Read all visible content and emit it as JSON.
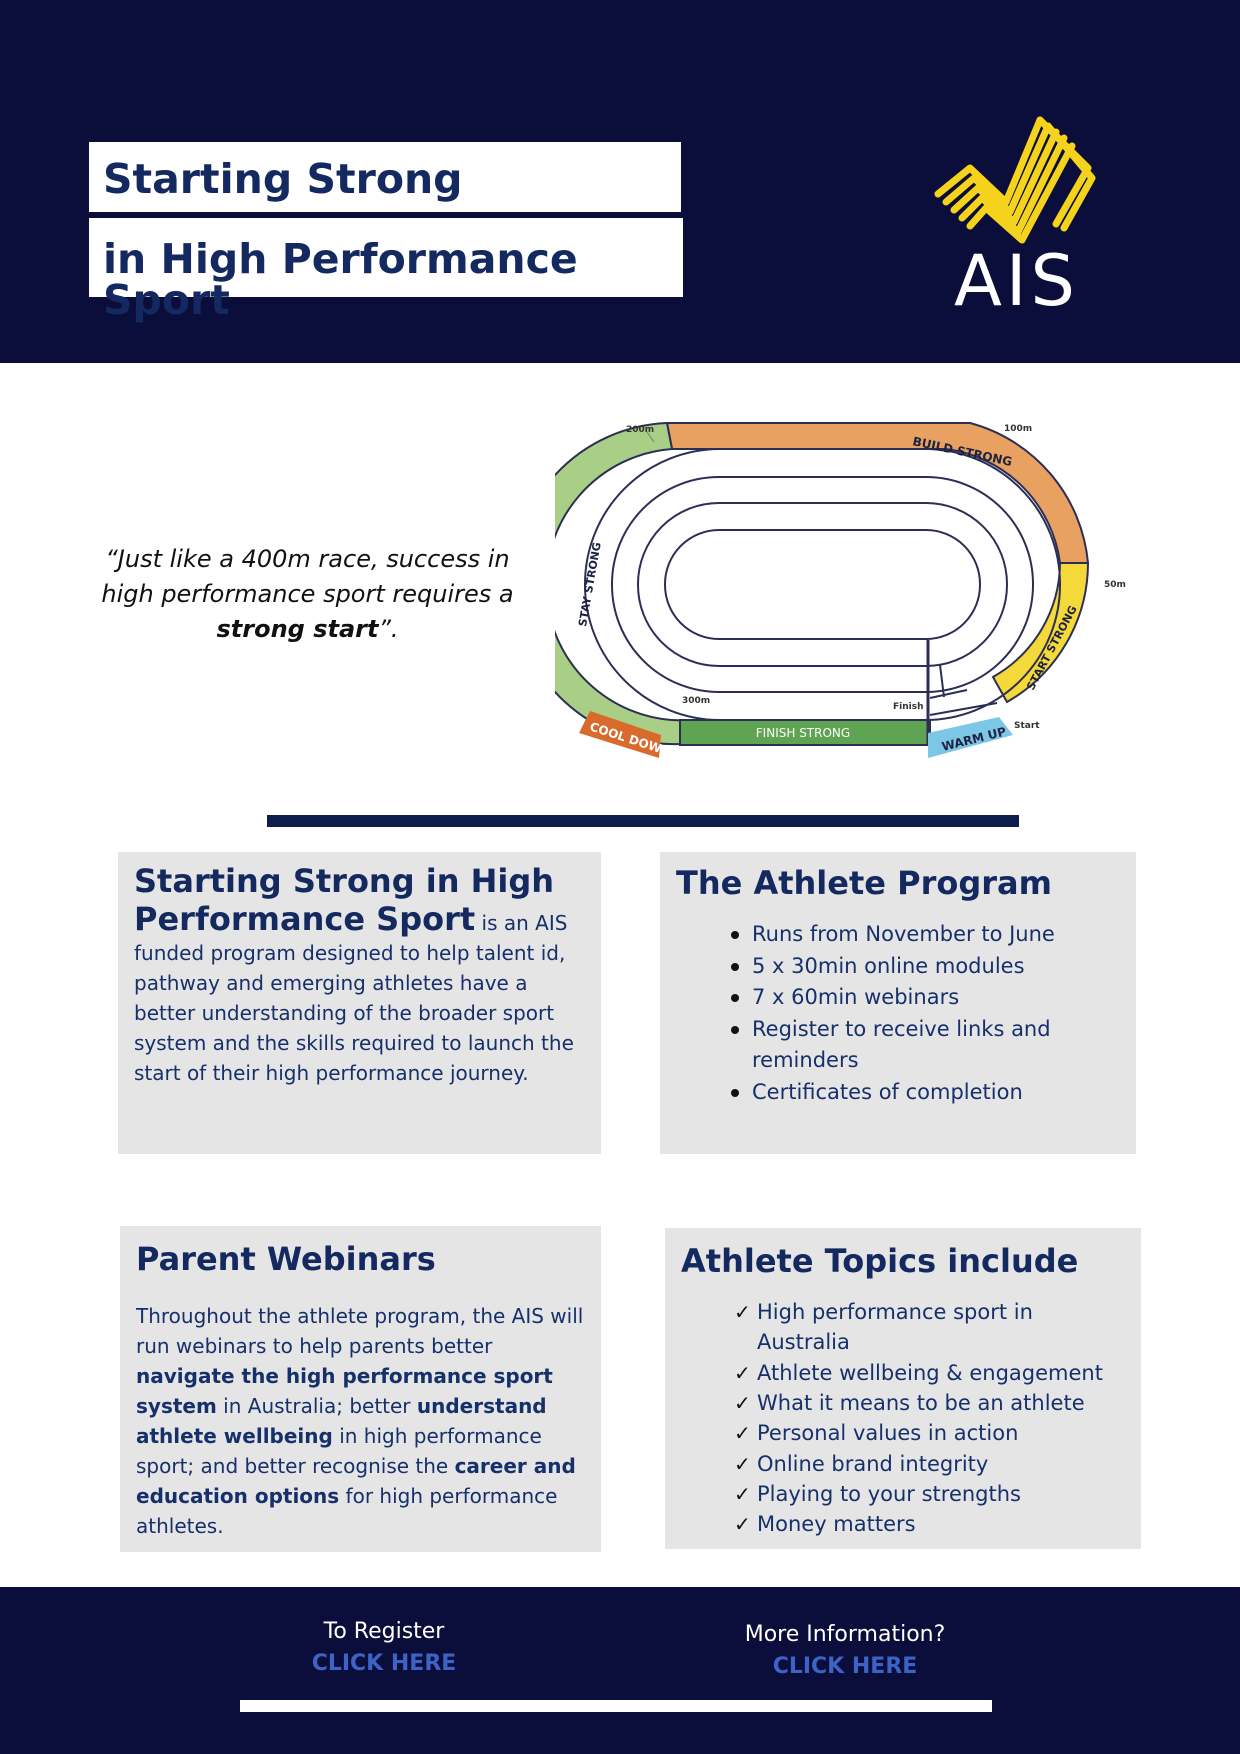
{
  "header": {
    "title_line1": "Starting Strong",
    "title_line2": "in High Performance Sport",
    "logo_text": "AIS",
    "logo_icon": "ais-ribbon-logo-icon",
    "colors": {
      "navy": "#0b0d3b",
      "gold": "#f5d31c"
    }
  },
  "quote": {
    "part1": "“Just like a 400m race, success in high performance sport requires a ",
    "bold": "strong start",
    "part2": "”."
  },
  "track": {
    "segments": {
      "build": "BUILD STRONG",
      "stay": "STAY STRONG",
      "start": "START STRONG",
      "finish": "FINISH STRONG",
      "cool": "COOL DOWN",
      "warm": "WARM UP"
    },
    "markers": {
      "m200": "200m",
      "m100": "100m",
      "m50": "50m",
      "m300": "300m",
      "finish": "Finish",
      "start": "Start"
    },
    "colors": {
      "build": "#e8a160",
      "stay": "#a9cf86",
      "start": "#f5d93a",
      "finish": "#5ea452",
      "cool": "#d96a2c",
      "warm": "#7cc6e6"
    }
  },
  "program": {
    "lead": "Starting Strong in High Performance Sport",
    "body": " is an AIS funded program designed to help talent id, pathway and emerging athletes have a better understanding of the broader sport system and the skills required to launch the start of their high performance journey."
  },
  "athlete_program": {
    "title": "The Athlete Program",
    "items": [
      "Runs from November to June",
      "5 x 30min online modules",
      "7 x 60min webinars",
      "Register to receive links and reminders",
      "Certificates of completion"
    ]
  },
  "parent": {
    "title": "Parent Webinars",
    "t1": "Throughout the athlete program, the AIS will run webinars to help parents better ",
    "b1": "navigate the high performance sport system",
    "t2": " in Australia; better ",
    "b2": "understand athlete wellbeing",
    "t3": " in high performance sport; and better recognise the ",
    "b3": "career and education options",
    "t4": " for high performance athletes."
  },
  "topics": {
    "title": "Athlete Topics include",
    "check": "✓",
    "items": [
      "High performance sport in Australia",
      "Athlete wellbeing & engagement",
      "What it means to be an athlete",
      "Personal values in action",
      "Online brand integrity",
      "Playing to your strengths",
      "Money matters"
    ]
  },
  "footer": {
    "register_label": "To Register",
    "register_link": "CLICK HERE",
    "info_label": "More Information?",
    "info_link": "CLICK HERE"
  }
}
